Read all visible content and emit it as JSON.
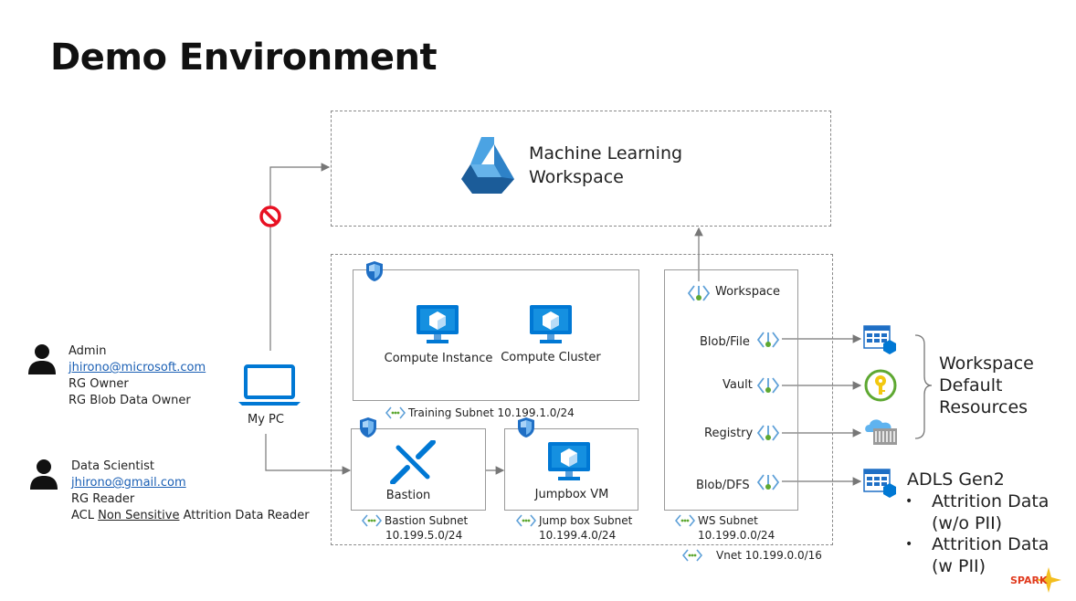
{
  "title": "Demo Environment",
  "workspace": {
    "line1": "Machine Learning",
    "line2": "Workspace"
  },
  "admin": {
    "role": "Admin",
    "email": "jhirono@microsoft.com",
    "perm1": "RG Owner",
    "perm2": "RG Blob Data Owner"
  },
  "scientist": {
    "role": "Data Scientist",
    "email": "jhirono@gmail.com",
    "perm1": "RG Reader",
    "perm2_pre": "ACL ",
    "perm2_u": "Non Sensitive",
    "perm2_post": " Attrition Data Reader"
  },
  "mypc": "My PC",
  "compute_instance": "Compute Instance",
  "compute_cluster": "Compute Cluster",
  "training_subnet": "Training Subnet 10.199.1.0/24",
  "bastion": "Bastion",
  "jumpbox": "Jumpbox VM",
  "bastion_subnet": {
    "line1": "Bastion Subnet",
    "line2": "10.199.5.0/24"
  },
  "jump_subnet": {
    "line1": "Jump box Subnet",
    "line2": "10.199.4.0/24"
  },
  "ws_subnet": {
    "line1": "WS Subnet",
    "line2": "10.199.0.0/24"
  },
  "vnet": "Vnet 10.199.0.0/16",
  "endpoints": {
    "workspace": "Workspace",
    "blob_file": "Blob/File",
    "vault": "Vault",
    "registry": "Registry",
    "blob_dfs": "Blob/DFS"
  },
  "defaults": {
    "line1": "Workspace",
    "line2": "Default",
    "line3": "Resources"
  },
  "adls": {
    "title": "ADLS Gen2",
    "b1l1": "Attrition Data",
    "b1l2": "(w/o PII)",
    "b2l1": "Attrition Data",
    "b2l2": "(w PII)",
    "bullet": "•"
  },
  "logo": "SPARK",
  "colors": {
    "azure_blue": "#0078d4",
    "deny_red": "#e81123",
    "ep_green": "#5ea832"
  }
}
